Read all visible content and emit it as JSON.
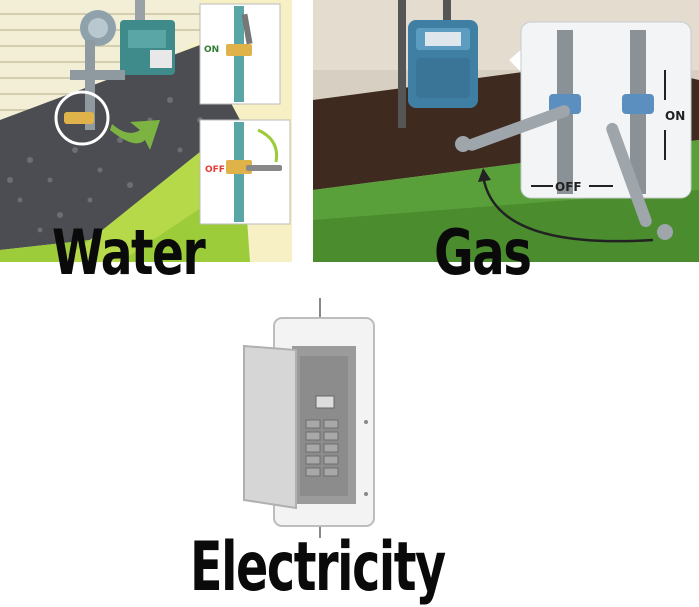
{
  "captions": {
    "water": "Water",
    "gas": "Gas",
    "electricity": "Electricity"
  },
  "water_inset": {
    "on_label": "ON",
    "off_label": "OFF"
  },
  "gas_inset": {
    "on_label": "ON",
    "off_label": "OFF"
  },
  "colors": {
    "water_background": "#f6f0c4",
    "gas_background": "#d7cfc2",
    "meter_blue": "#3f7fa3",
    "valve_yellow": "#e0b24a",
    "arrow_green": "#7cb342",
    "off_red": "#e53935",
    "grass_green": "#5aa03a",
    "panel_gray": "#8f8f8f"
  },
  "icons": [
    "water-meter-icon",
    "shutoff-valve-icon",
    "wrench-icon",
    "gas-meter-icon",
    "breaker-panel-icon"
  ]
}
